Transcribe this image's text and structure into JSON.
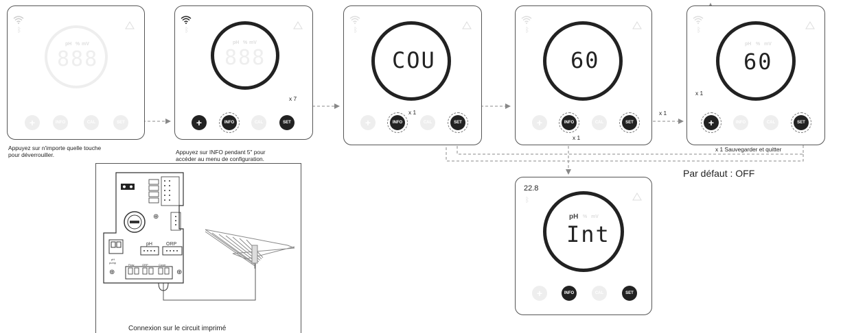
{
  "panels": {
    "p1": {
      "display": "888",
      "labels": [
        "pH",
        "%",
        "mV"
      ]
    },
    "p2": {
      "display": "888",
      "labels": [
        "pH",
        "%",
        "mV"
      ]
    },
    "p3": {
      "display": "COU"
    },
    "p4": {
      "display": "60"
    },
    "p5": {
      "display": "60",
      "labels": [
        "pH",
        "%",
        "mV"
      ]
    },
    "p6": {
      "display": "Int",
      "reading": "22.8",
      "labels": [
        "pH",
        "%",
        "mV"
      ]
    }
  },
  "buttons": {
    "plus": "+",
    "info": "INFO",
    "cal": "CAL",
    "set": "SET"
  },
  "captions": {
    "unlock_line1": "Appuyez sur n'importe quelle touche",
    "unlock_line2": "pour déverrouiller.",
    "info_line1": "Appuyez sur INFO pendant 5\" pour",
    "info_line2": "accéder au menu de configuration.",
    "board": "Connexion sur le circuit imprimé",
    "default": "Par défaut : OFF"
  },
  "steps": {
    "x7": "x 7",
    "x1_info": "x 1",
    "x1_down": "x 1",
    "x1_set": "x 1",
    "x1_plus": "x 1",
    "save": "x 1 Sauvegarder et quitter"
  },
  "board_labels": {
    "ph": "pH",
    "orp": "ORP",
    "ph_pump_1": "pH",
    "ph_pump_2": "pump",
    "flow": "Flow",
    "orp_small": "ORP",
    "cover": "Cover"
  }
}
